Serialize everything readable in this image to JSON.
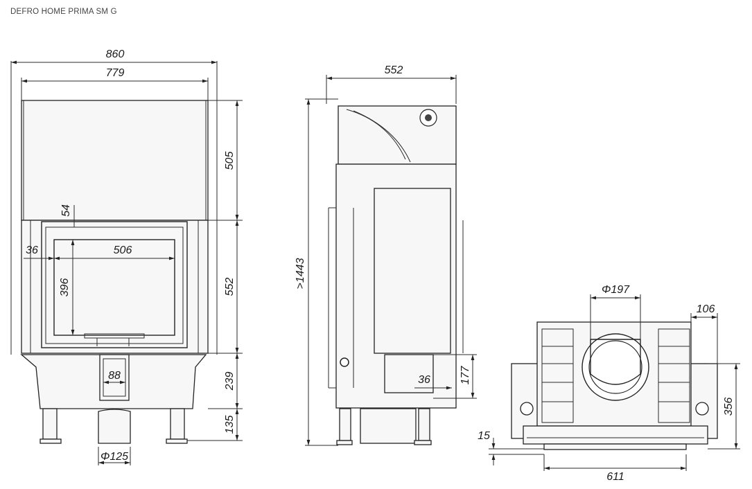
{
  "title": "DEFRO HOME PRIMA SM G",
  "dimensions": {
    "front_width": "860",
    "front_inner_width": "779",
    "top_height": "505",
    "door_offset": "54",
    "glass_left": "36",
    "glass_width": "506",
    "glass_height": "396",
    "door_height": "552",
    "base_height": "239",
    "leg_height": "135",
    "inlet_width": "88",
    "inlet_diameter": "Φ125",
    "side_depth": "552",
    "total_height": ">1443",
    "side_inlet_offset": "36",
    "side_inlet_height": "177",
    "flue_diameter": "Φ197",
    "top_side_offset": "106",
    "top_height_right": "356",
    "top_plate": "15",
    "top_base_width": "611"
  }
}
